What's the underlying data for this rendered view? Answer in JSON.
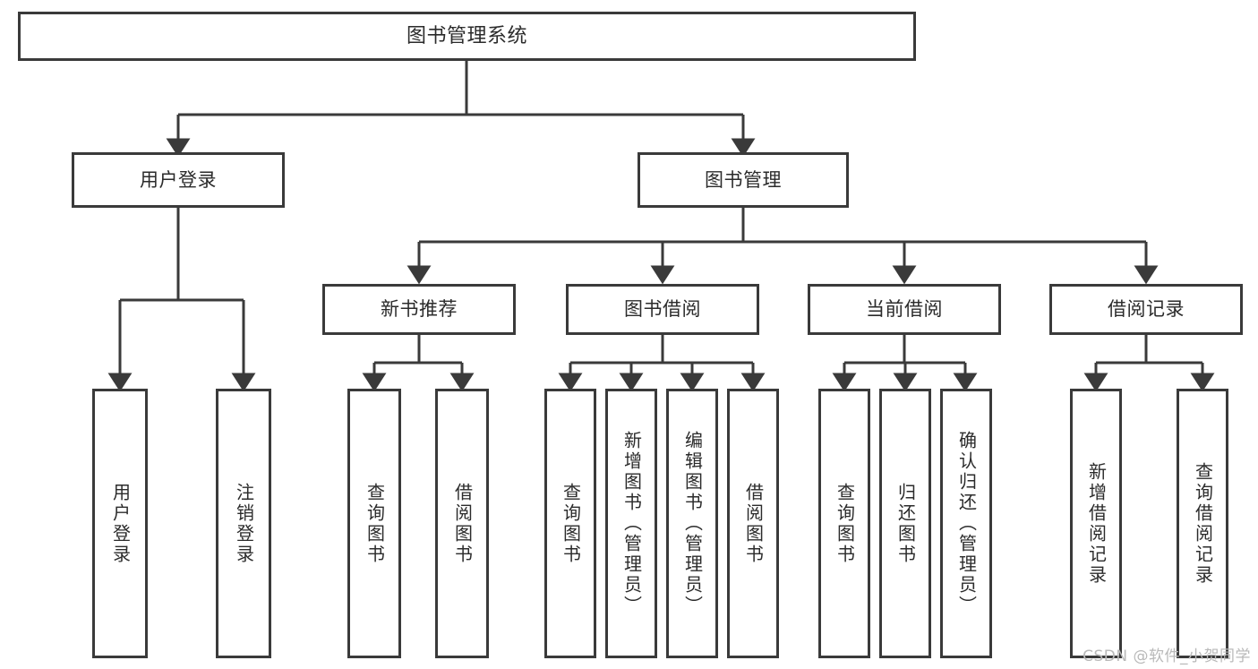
{
  "diagram": {
    "title": "图书管理系统",
    "watermark": "CSDN @软件_小贺同学",
    "line_color": "#3a3a3a",
    "text_color": "#2b2b2b",
    "background": "#ffffff",
    "nodes": {
      "root": "图书管理系统",
      "level2": {
        "user_login": "用户登录",
        "book_manage": "图书管理"
      },
      "level3": {
        "new_book_recommend": "新书推荐",
        "book_borrow": "图书借阅",
        "current_borrow": "当前借阅",
        "borrow_record": "借阅记录"
      },
      "leaves": {
        "user_login_leaf": "用户登录",
        "logout_leaf": "注销登录",
        "recommend_query_book": "查询图书",
        "recommend_borrow_book": "借阅图书",
        "borrow_query_book": "查询图书",
        "borrow_add_book": "新增图书（管理员）",
        "borrow_edit_book": "编辑图书（管理员）",
        "borrow_borrow_book": "借阅图书",
        "current_query_book": "查询图书",
        "current_return_book": "归还图书",
        "current_confirm_return": "确认归还（管理员）",
        "record_add_record": "新增借阅记录",
        "record_query_record": "查询借阅记录"
      }
    }
  }
}
